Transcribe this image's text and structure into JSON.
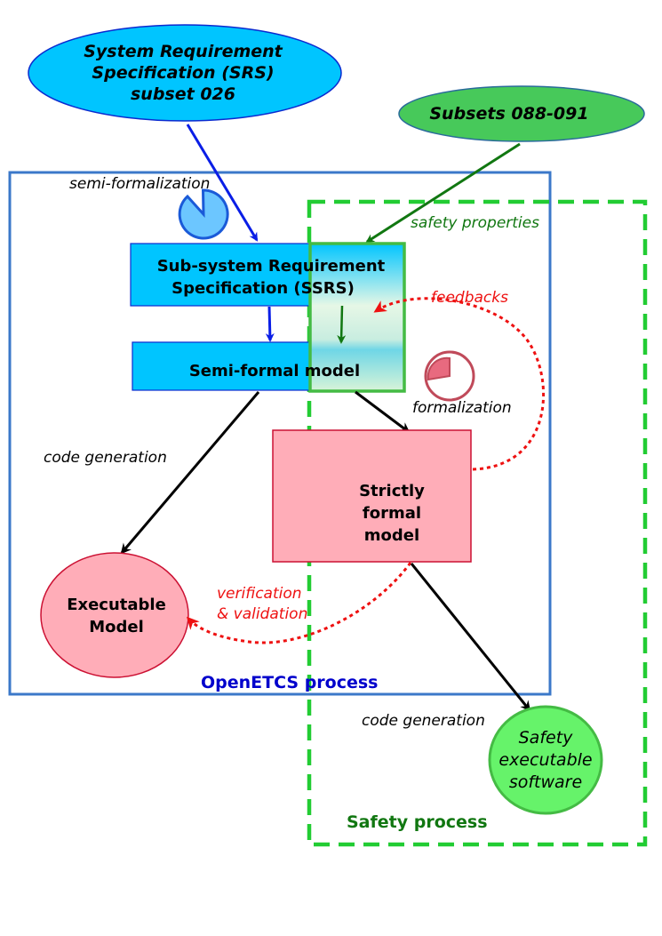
{
  "srs": {
    "line1": "System Requirement",
    "line2": "Specification (SRS)",
    "line3": "subset 026"
  },
  "subsets": {
    "label": "Subsets 088-091"
  },
  "ssrs": {
    "line1": "Sub-system Requirement",
    "line2": "Specification (SSRS)"
  },
  "semi_formal": {
    "label": "Semi-formal model"
  },
  "strict": {
    "line1": "Strictly",
    "line2": "formal",
    "line3": "model"
  },
  "executable": {
    "line1": "Executable",
    "line2": "Model"
  },
  "safety_sw": {
    "line1": "Safety",
    "line2": "executable",
    "line3": "software"
  },
  "labels": {
    "semi_formalization": "semi-formalization",
    "safety_properties": "safety properties",
    "feedbacks": "feedbacks",
    "formalization": "formalization",
    "code_generation_1": "code generation",
    "verification_1": "verification",
    "verification_2": "& validation",
    "code_generation_2": "code generation"
  },
  "processes": {
    "openetcs": "OpenETCS process",
    "safety": "Safety process"
  },
  "colors": {
    "cyan": "#00c5ff",
    "green_ellipse": "#47c95a",
    "pink": "#ffadb8",
    "light_green": "#66f36a",
    "blue_border": "#3b78c9",
    "green_dash": "#22cc33",
    "red": "#ee1111",
    "dark_green": "#117711",
    "process_blue": "#0000cc"
  }
}
